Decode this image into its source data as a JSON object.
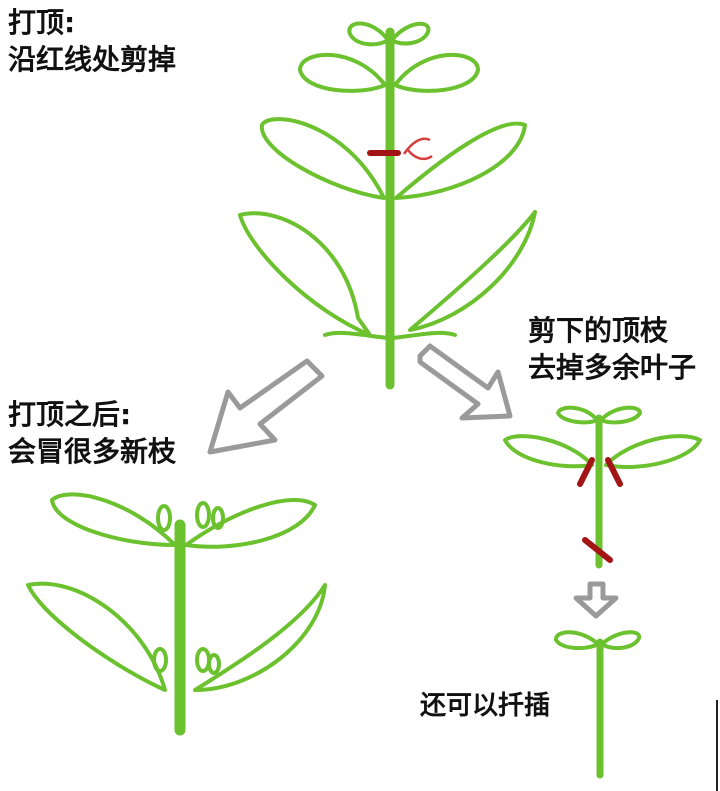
{
  "labels": {
    "topping_title": "打顶:",
    "topping_desc": "沿红线处剪掉",
    "after_title": "打顶之后:",
    "after_desc": "会冒很多新枝",
    "cut_branch_title": "剪下的顶枝",
    "cut_branch_desc": "去掉多余叶子",
    "cutting_note": "还可以扦插"
  },
  "colors": {
    "plant": "#6cc12e",
    "cut_mark": "#a31515",
    "arrow": "#9a9a9a"
  }
}
